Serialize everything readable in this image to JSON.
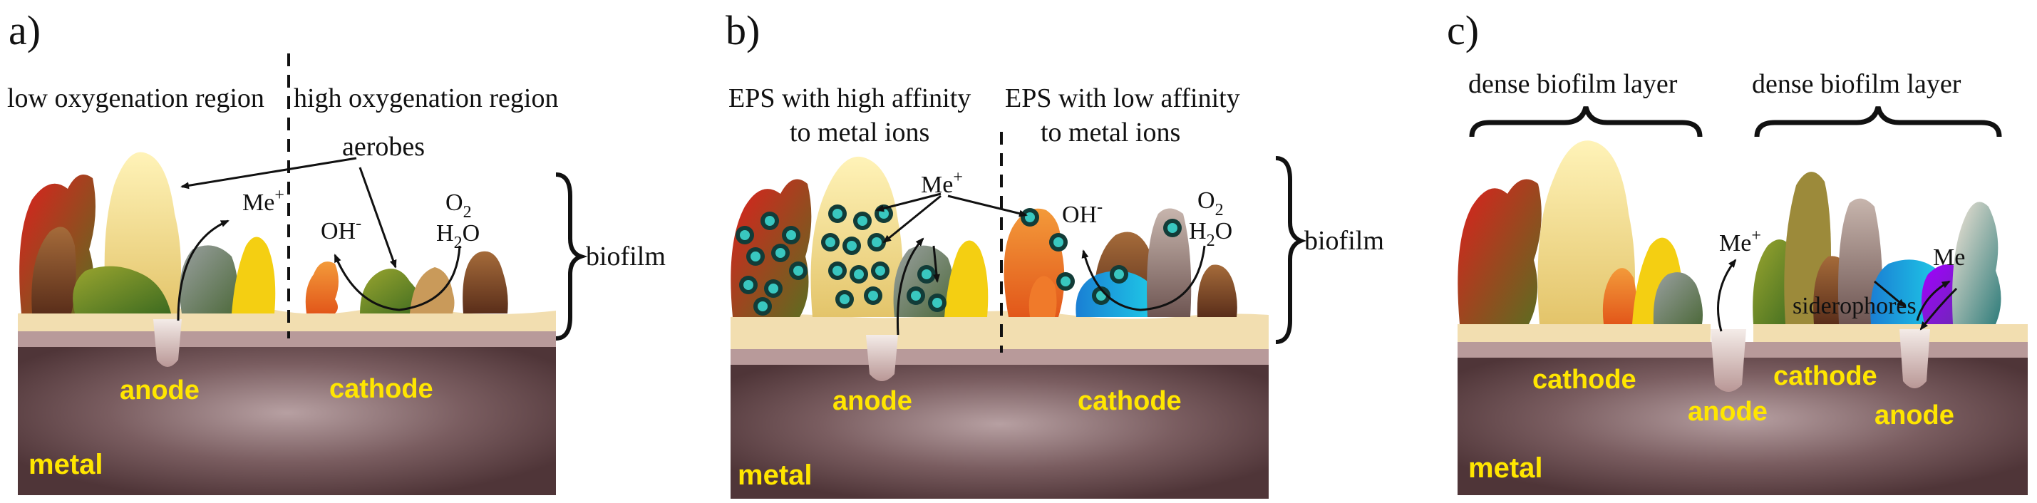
{
  "figure": {
    "panels": [
      {
        "letter": "a)",
        "labels": {
          "low_region": "low oxygenation region",
          "high_region": "high oxygenation region",
          "aerobes": "aerobes",
          "me": "Me",
          "me_sup": "+",
          "oh": "OH",
          "oh_sup": "-",
          "o": "O",
          "o_sub": "2",
          "h": "H",
          "h_sub": "2",
          "o2": "O",
          "biofilm": "biofilm",
          "anode": "anode",
          "cathode": "cathode",
          "metal": "metal"
        }
      },
      {
        "letter": "b)",
        "labels": {
          "eps_high_1": "EPS with high affinity",
          "eps_high_2": "to metal ions",
          "eps_low_1": "EPS with low affinity",
          "eps_low_2": "to metal ions",
          "me": "Me",
          "me_sup": "+",
          "oh": "OH",
          "oh_sup": "-",
          "o": "O",
          "o_sub": "2",
          "h": "H",
          "h_sub": "2",
          "o2": "O",
          "biofilm": "biofilm",
          "anode": "anode",
          "cathode": "cathode",
          "metal": "metal"
        }
      },
      {
        "letter": "c)",
        "labels": {
          "dense_left": "dense biofilm layer",
          "dense_right": "dense biofilm layer",
          "me_left": "Me",
          "me_left_sup": "+",
          "me_right": "Me",
          "siderophores": "siderophores",
          "cathode_left": "cathode",
          "cathode_right": "cathode",
          "anode_mid": "anode",
          "anode_right": "anode",
          "metal": "metal"
        }
      }
    ],
    "colors": {
      "metal": "#6e4f52",
      "surface": "#b89a9a",
      "film": "#f2deb0",
      "label_yellow": "#ffe600"
    }
  }
}
